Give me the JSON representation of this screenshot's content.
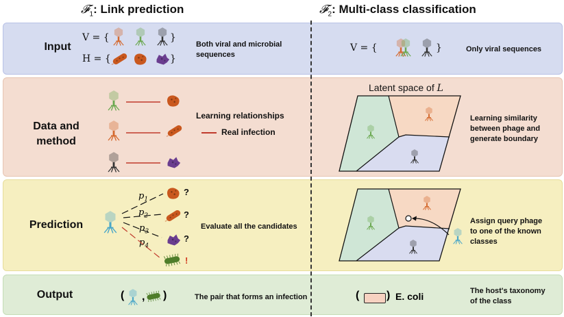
{
  "header": {
    "left_symbol": "𝓕",
    "left_sub": "1",
    "left_title": ": Link prediction",
    "right_symbol": "𝓕",
    "right_sub": "2",
    "right_title": ": Multi-class classification"
  },
  "rows": {
    "input": "Input",
    "data_method_1": "Data and",
    "data_method_2": "method",
    "prediction": "Prediction",
    "output": "Output"
  },
  "input": {
    "v_label": "V = {",
    "h_label": "H = {",
    "close_brace": "}",
    "left_text_1": "Both viral and microbial",
    "left_text_2": "sequences",
    "right_v_label": "V = {",
    "right_text": "Only viral sequences"
  },
  "data_method": {
    "left_text": "Learning relationships",
    "legend_label": "Real infection",
    "latent_prefix": "Latent space of ",
    "latent_symbol": "L",
    "right_text_1": "Learning similarity",
    "right_text_2": "between phage and",
    "right_text_3": "generate boundary"
  },
  "prediction": {
    "p_base": "p",
    "p_labels": [
      "1",
      "2",
      "3",
      "4"
    ],
    "question": "?",
    "exclaim": "!",
    "left_text": "Evaluate all the candidates",
    "right_text_1": "Assign query phage",
    "right_text_2": "to one of the known",
    "right_text_3": "classes"
  },
  "output": {
    "open_paren": "(",
    "comma": ",",
    "close_paren": ")",
    "left_text": "The pair that forms an infection",
    "right_label": "E. coli",
    "right_text_1": "The host's taxonomy",
    "right_text_2": "of the class"
  },
  "colors": {
    "infection_line": "#c0392b",
    "region_green": "#cfe6d6",
    "region_orange": "#f7d9c4",
    "region_blue": "#d9dcf0",
    "phage_orange": "#d4692e",
    "phage_green": "#6aa84f",
    "phage_black": "#333333",
    "phage_query": "#4aa7c8",
    "bacteria_orange": "#c9581e",
    "bacteria_purple": "#6a3d8f",
    "bacteria_green": "#4f7d2a"
  }
}
